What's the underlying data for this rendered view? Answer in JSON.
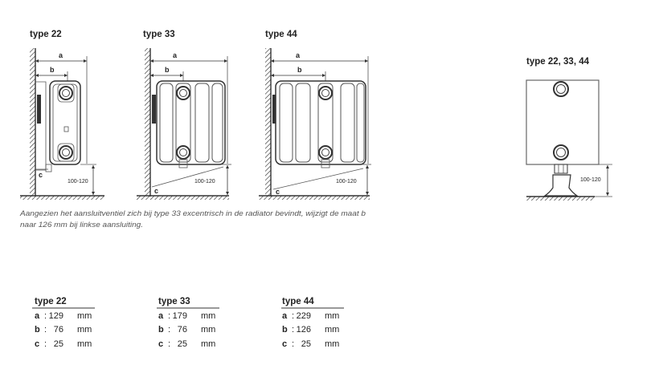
{
  "diagrams": [
    {
      "title": "type 22",
      "dim_a": "a",
      "dim_b": "b",
      "dim_c": "c",
      "height": "100-120"
    },
    {
      "title": "type 33",
      "dim_a": "a",
      "dim_b": "b",
      "dim_c": "c",
      "height": "100-120"
    },
    {
      "title": "type 44",
      "dim_a": "a",
      "dim_b": "b",
      "dim_c": "c",
      "height": "100-120"
    }
  ],
  "front_view": {
    "title": "type 22, 33, 44",
    "height": "100-120"
  },
  "note": {
    "line1": "Aangezien het aansluitventiel zich bij type 33 excentrisch in de radiator bevindt, wijzigt de maat b",
    "line2": "naar 126 mm bij linkse aansluiting."
  },
  "tables": [
    {
      "title": "type 22",
      "separator": ":",
      "rows": [
        {
          "key": "a",
          "value": "129",
          "unit": "mm"
        },
        {
          "key": "b",
          "value": "76",
          "unit": "mm"
        },
        {
          "key": "c",
          "value": "25",
          "unit": "mm"
        }
      ]
    },
    {
      "title": "type 33",
      "separator": ":",
      "rows": [
        {
          "key": "a",
          "value": "179",
          "unit": "mm"
        },
        {
          "key": "b",
          "value": "76",
          "unit": "mm"
        },
        {
          "key": "c",
          "value": "25",
          "unit": "mm"
        }
      ]
    },
    {
      "title": "type 44",
      "separator": ":",
      "rows": [
        {
          "key": "a",
          "value": "229",
          "unit": "mm"
        },
        {
          "key": "b",
          "value": "126",
          "unit": "mm"
        },
        {
          "key": "c",
          "value": "25",
          "unit": "mm"
        }
      ]
    }
  ]
}
